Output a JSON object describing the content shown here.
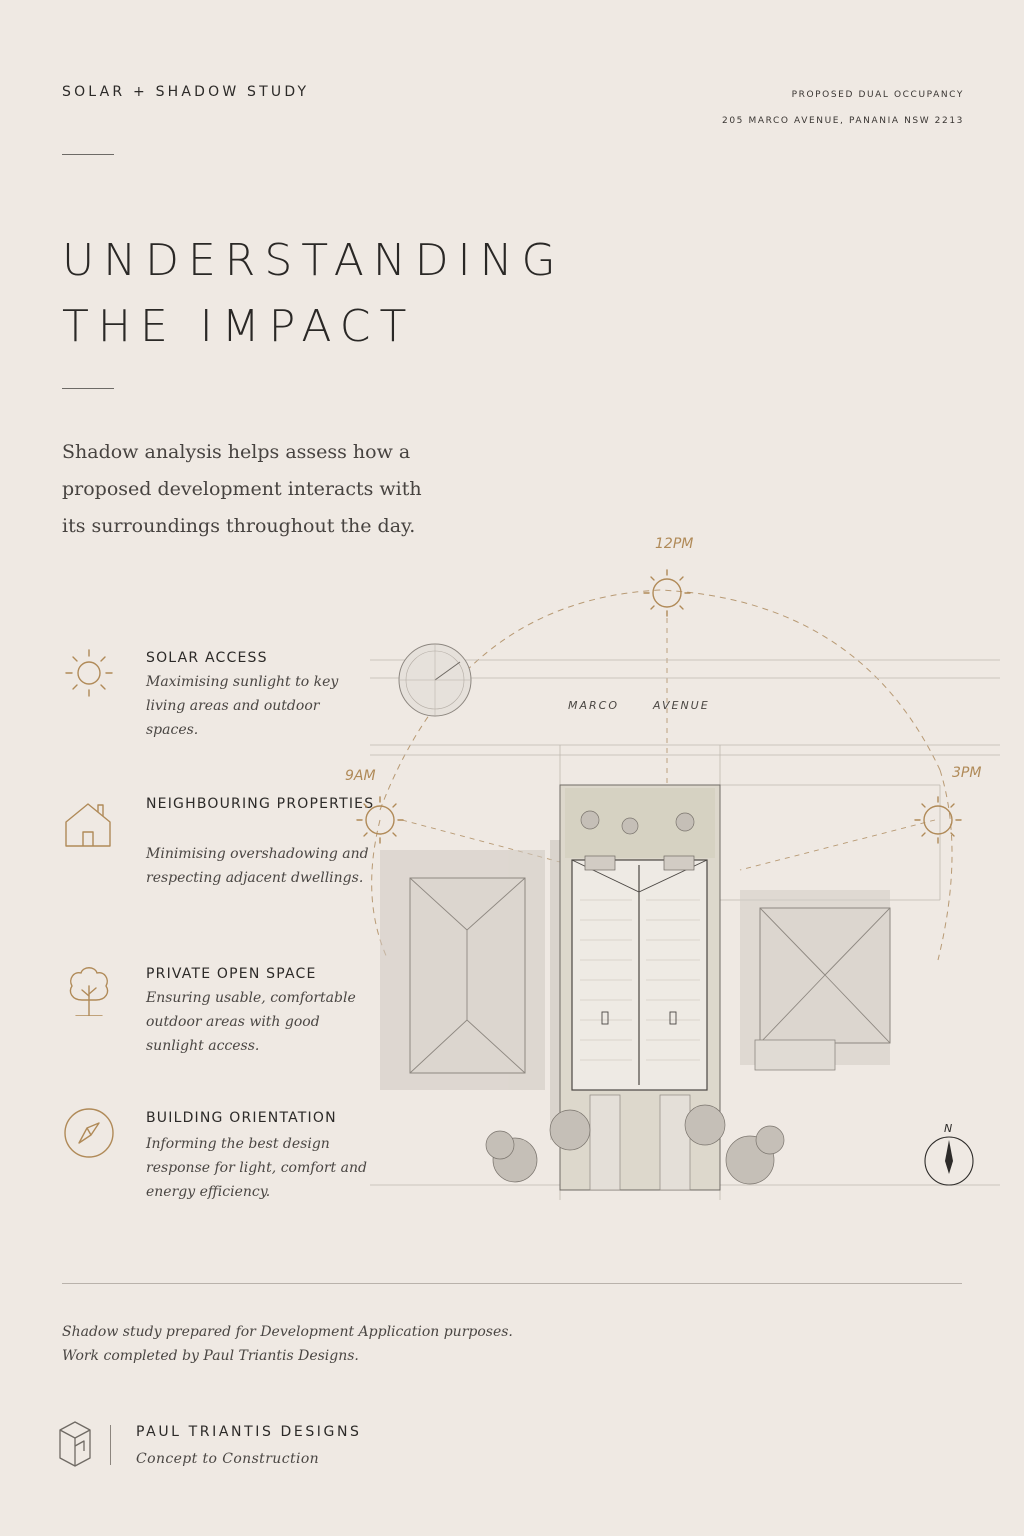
{
  "header": {
    "kicker": "SOLAR + SHADOW STUDY",
    "project_type": "PROPOSED DUAL OCCUPANCY",
    "address": "205 MARCO AVENUE, PANANIA NSW 2213"
  },
  "title": {
    "line1": "UNDERSTANDING",
    "line2": "THE IMPACT"
  },
  "intro": "Shadow analysis helps assess how a proposed development interacts with its surroundings throughout the day.",
  "features": [
    {
      "icon": "sun-icon",
      "title": "SOLAR ACCESS",
      "desc": "Maximising sunlight to key living areas and outdoor spaces."
    },
    {
      "icon": "house-icon",
      "title": "NEIGHBOURING PROPERTIES",
      "desc": "Minimising overshadowing and respecting adjacent dwellings."
    },
    {
      "icon": "tree-icon",
      "title": "PRIVATE OPEN SPACE",
      "desc": "Ensuring usable, comfortable outdoor areas with good sunlight access."
    },
    {
      "icon": "compass-icon",
      "title": "BUILDING ORIENTATION",
      "desc": "Informing the best design response for light, comfort and energy efficiency."
    }
  ],
  "diagram": {
    "time_noon": "12PM",
    "time_morning": "9AM",
    "time_afternoon": "3PM",
    "street_word1": "MARCO",
    "street_word2": "AVENUE",
    "north": "N"
  },
  "footer": {
    "note_line1": "Shadow study prepared for Development Application purposes.",
    "note_line2": "Work completed by Paul Triantis Designs.",
    "brand_name": "PAUL TRIANTIS DESIGNS",
    "brand_tagline": "Concept to Construction"
  },
  "colors": {
    "background": "#efe9e3",
    "accent": "#b08a58",
    "ink": "#2d2b29"
  }
}
